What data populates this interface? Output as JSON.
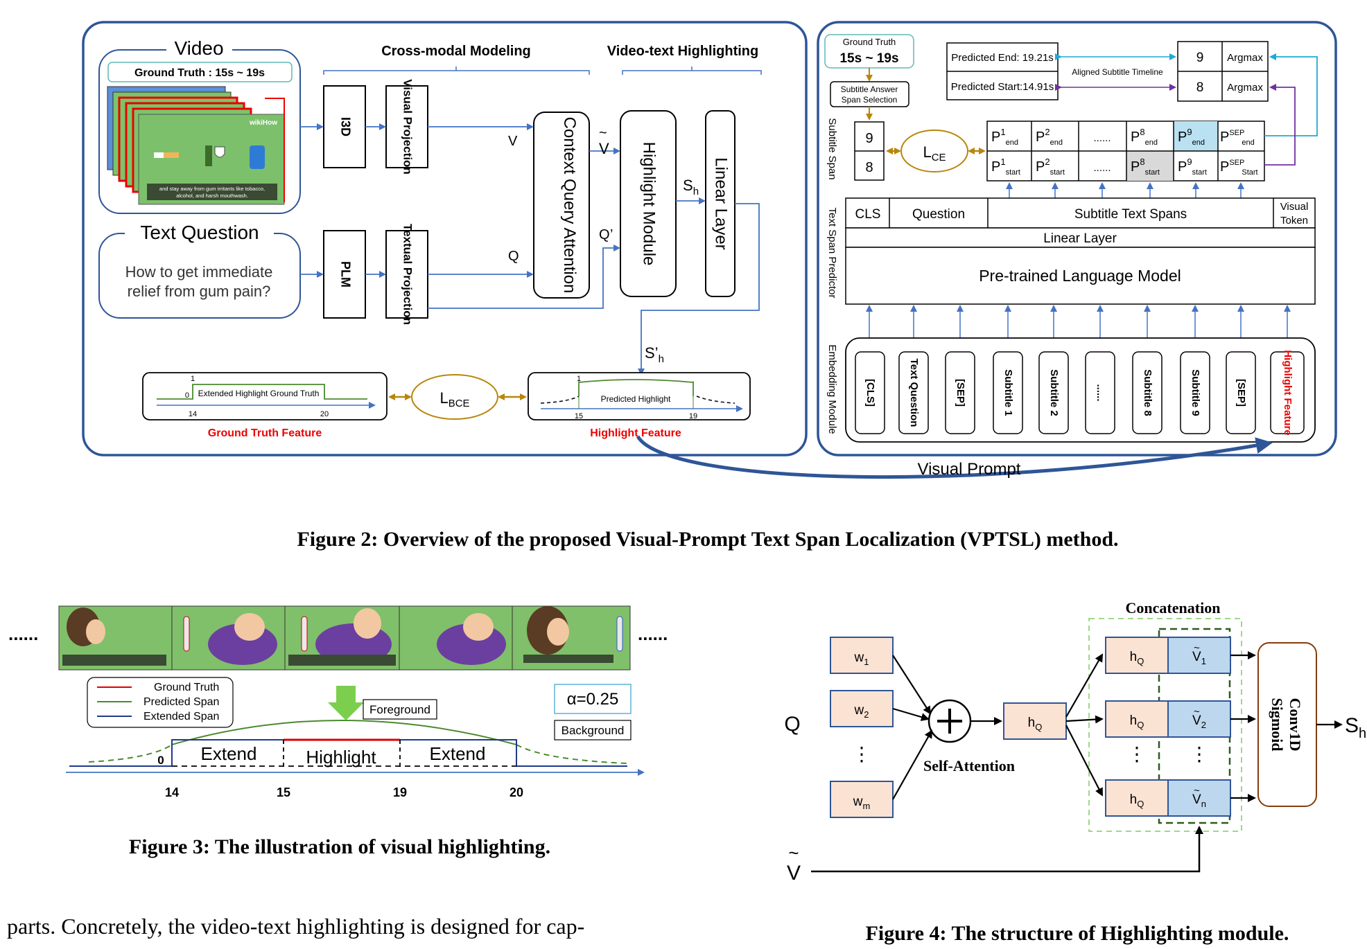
{
  "fig2": {
    "left": {
      "video_title": "Video",
      "video_gt": "Ground Truth : 15s ~ 19s",
      "frame_logo": "wikiHow",
      "frame_caption_1": "and stay away from gum irritants like tobacco,",
      "frame_caption_2": "alcohol, and harsh mouthwash.",
      "text_title": "Text Question",
      "question_1": "How to get immediate",
      "question_2": "relief from gum pain?",
      "cross_modal": "Cross-modal Modeling",
      "video_text_hl": "Video-text Highlighting",
      "i3d": "I3D",
      "vis_proj": "Visual Projection",
      "plm": "PLM",
      "text_proj": "Textual Projection",
      "v": "V",
      "q": "Q",
      "cqa": "Context Query Attention",
      "v_tilde": "V",
      "q_prime": "Q",
      "highlight_module": "Highlight Module",
      "sh": "S",
      "sh_sub": "h",
      "linear_layer": "Linear Layer",
      "sh_prime": "S’",
      "sh_prime_sub": "h",
      "gt_one": "1",
      "gt_zero": "0",
      "gt_label": "Extended Highlight Ground Truth",
      "gt_x1": "14",
      "gt_x2": "20",
      "gt_feature": "Ground Truth Feature",
      "lbce": "L",
      "lbce_sub": "BCE",
      "hl_one": "1",
      "hl_label": "Predicted Highlight",
      "hl_x1": "15",
      "hl_x2": "19",
      "hl_feature": "Highlight Feature"
    },
    "right": {
      "gt_title": "Ground Truth",
      "gt_value": "15s ~ 19s",
      "span_sel_1": "Subtitle Answer",
      "span_sel_2": "Span Selection",
      "pred_end": "Predicted End: 19.21s",
      "pred_start": "Predicted Start:14.91s",
      "aligned": "Aligned Subtitle Timeline",
      "nine": "9",
      "eight": "8",
      "argmax": "Argmax",
      "span_9": "9",
      "span_8": "8",
      "lce": "L",
      "lce_sub": "CE",
      "p_end": [
        {
          "sup": "1",
          "sub": "end"
        },
        {
          "sup": "2",
          "sub": "end"
        },
        {
          "sup": "8",
          "sub": "end"
        },
        {
          "sup": "9",
          "sub": "end"
        },
        {
          "sup": "SEP",
          "sub": "end"
        }
      ],
      "p_start": [
        {
          "sup": "1",
          "sub": "start"
        },
        {
          "sup": "2",
          "sub": "start"
        },
        {
          "sup": "8",
          "sub": "start"
        },
        {
          "sup": "9",
          "sub": "start"
        },
        {
          "sup": "SEP",
          "sub": "Start"
        }
      ],
      "p_letter": "P",
      "dots": "......",
      "vert_subtitle_span": "Subtitle Span",
      "vert_text_span_predictor": "Text Span Predictor",
      "vert_embedding_module": "Embedding Module",
      "cls": "CLS",
      "question": "Question",
      "subtitle_spans": "Subtitle Text Spans",
      "visual_token_1": "Visual",
      "visual_token_2": "Token",
      "linear_layer": "Linear Layer",
      "plm": "Pre-trained Language Model",
      "tokens": [
        "[CLS]",
        "Text Question",
        "[SEP]",
        "Subtitle 1",
        "Subtitle 2",
        "......",
        "Subtitle 8",
        "Subtitle 9",
        "[SEP]",
        "Highlight Feature"
      ]
    },
    "visual_prompt": "Visual Prompt",
    "caption": "Figure 2: Overview of the proposed Visual-Prompt Text Span Localization (VPTSL) method."
  },
  "fig3": {
    "ellipsis": "......",
    "legend_gt": "Ground Truth",
    "legend_pred": "Predicted Span",
    "legend_ext": "Extended Span",
    "foreground": "Foreground",
    "alpha": "α=0.25",
    "background": "Background",
    "extend": "Extend",
    "highlight": "Highlight",
    "zero": "0",
    "ticks": [
      "14",
      "15",
      "19",
      "20"
    ],
    "caption": "Figure 3: The illustration of visual highlighting."
  },
  "fig4": {
    "concatenation": "Concatenation",
    "q": "Q",
    "w": [
      "1",
      "2",
      "m"
    ],
    "w_letter": "w",
    "vdots": "⋮",
    "self_attention": "Self-Attention",
    "hq": "h",
    "hq_sub": "Q",
    "vtilde_letter": "V",
    "v_subs": [
      "1",
      "2",
      "n"
    ],
    "conv": "Conv1D",
    "sigmoid": "Sigmoid",
    "sh": "S",
    "sh_sub": "h",
    "v_bottom": "V",
    "caption": "Figure 4: The structure of Highlighting module."
  },
  "body_text": {
    "line1": "parts. Concretely, the video-text highlighting is designed for cap-"
  }
}
